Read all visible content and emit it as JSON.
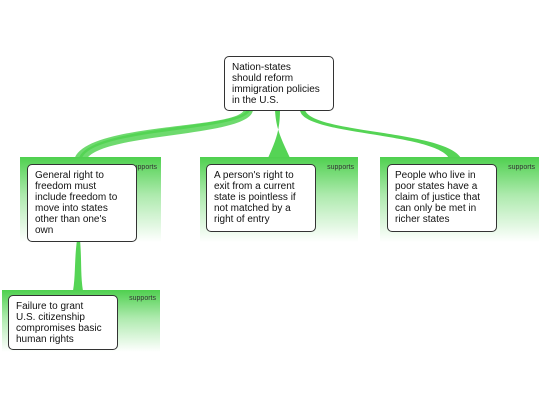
{
  "root": {
    "text": "Nation-states\nshould reform\nimmigration policies\nin the U.S."
  },
  "premises": [
    {
      "text": "General right to\nfreedom must\ninclude freedom to\nmove into states\nother than one's\nown",
      "relation": "supports"
    },
    {
      "text": "A person's right to\nexit from a current\nstate is pointless if\nnot matched by a\nright of entry",
      "relation": "supports"
    },
    {
      "text": "People who live in\npoor states have a\nclaim of justice that\ncan only be met in\nricher states",
      "relation": "supports"
    },
    {
      "text": "Failure to grant\nU.S. citizenship\ncompromises basic\nhuman rights",
      "relation": "supports"
    }
  ],
  "colors": {
    "connector": "#55d455",
    "connector_dark": "#3cc43c",
    "border": "#333333"
  }
}
